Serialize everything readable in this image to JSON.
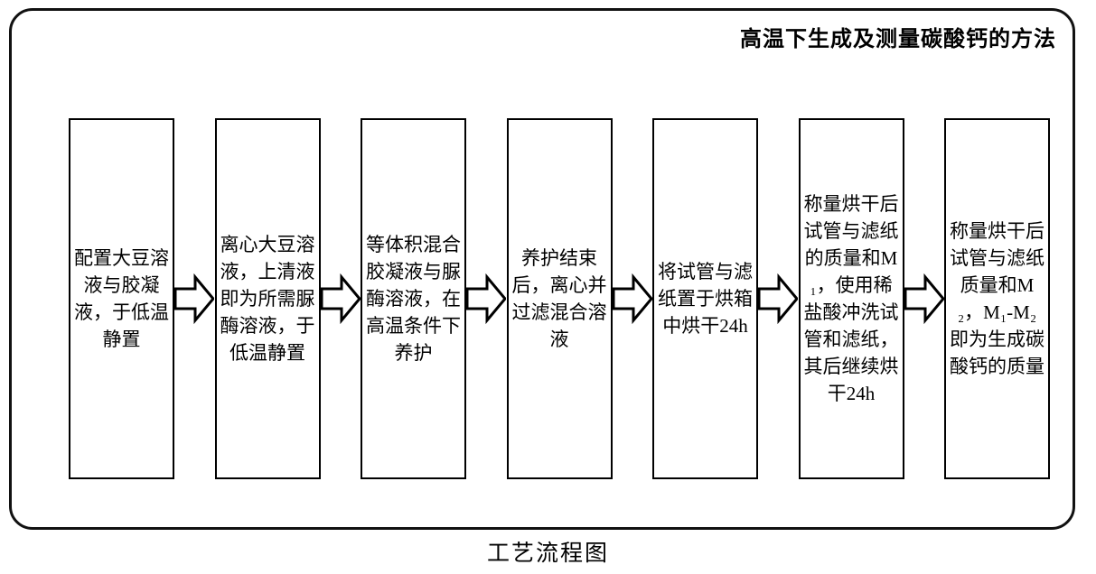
{
  "diagram": {
    "title": "高温下生成及测量碳酸钙的方法",
    "caption": "工艺流程图",
    "frame_color": "#111111",
    "box_border_color": "#000000",
    "arrow_color": "#000000",
    "steps": [
      {
        "index": 1,
        "text": "配置大豆溶液与胶凝液，于低温静置"
      },
      {
        "index": 2,
        "text": "离心大豆溶液，上清液即为所需脲酶溶液，于低温静置"
      },
      {
        "index": 3,
        "text": "等体积混合胶凝液与脲酶溶液，在高温条件下养护"
      },
      {
        "index": 4,
        "text": "养护结束后，离心并过滤混合溶液"
      },
      {
        "index": 5,
        "text": "将试管与滤纸置于烘箱中烘干24h"
      },
      {
        "index": 6,
        "text": "称量烘干后试管与滤纸的质量和M₁，使用稀盐酸冲洗试管和滤纸，其后继续烘干24h"
      },
      {
        "index": 7,
        "text": "称量烘干后试管与滤纸质量和M₂，M₁-M₂即为生成碳酸钙的质量"
      }
    ],
    "arrows": [
      {
        "from": 1,
        "to": 2,
        "icon": "block-arrow-right-icon"
      },
      {
        "from": 2,
        "to": 3,
        "icon": "block-arrow-right-icon"
      },
      {
        "from": 3,
        "to": 4,
        "icon": "block-arrow-right-icon"
      },
      {
        "from": 4,
        "to": 5,
        "icon": "block-arrow-right-icon"
      },
      {
        "from": 5,
        "to": 6,
        "icon": "block-arrow-right-icon"
      },
      {
        "from": 6,
        "to": 7,
        "icon": "block-arrow-right-icon"
      }
    ]
  }
}
